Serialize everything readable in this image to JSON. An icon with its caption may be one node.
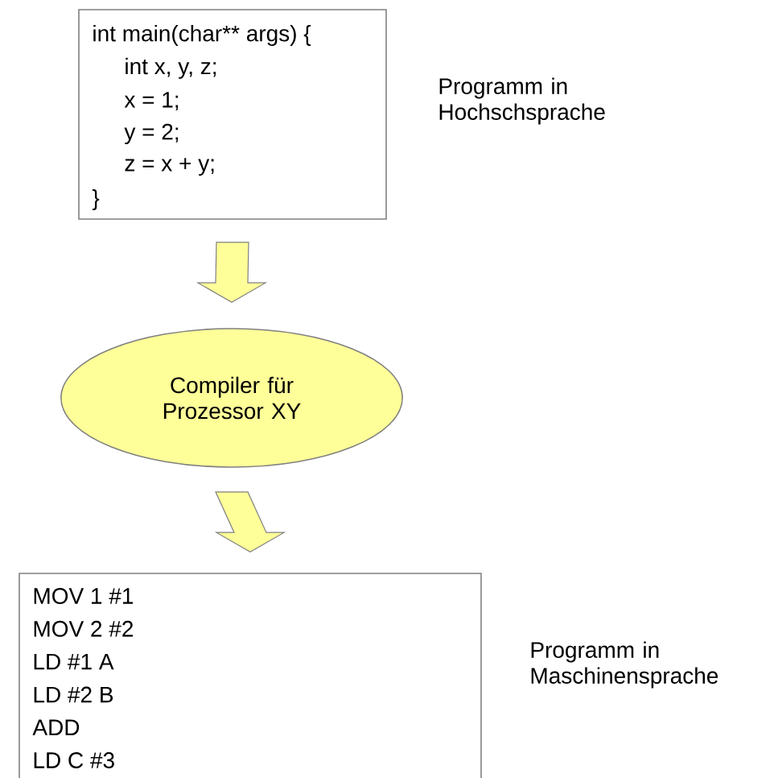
{
  "diagram": {
    "nodes": [
      {
        "text": [
          "int main(char** args) {",
          "int x, y, z;",
          "x = 1;",
          "y = 2;",
          "z = x + y;",
          "}"
        ],
        "beside": [
          "Programm in Hochschsprache"
        ]
      },
      {
        "text": [
          "Compiler für Prozessor XY"
        ]
      },
      {
        "text": [
          "MOV 1 #1",
          "MOV 2 #2",
          "LD #1 A",
          "LD #2  B",
          "ADD",
          "LD C #3"
        ],
        "beside": [
          "Programm in Maschinensprache"
        ]
      }
    ],
    "edges": [
      {
        "from": 0,
        "to": 1,
        "arrow": "to"
      },
      {
        "from": 1,
        "to": 2,
        "arrow": "to"
      }
    ]
  }
}
